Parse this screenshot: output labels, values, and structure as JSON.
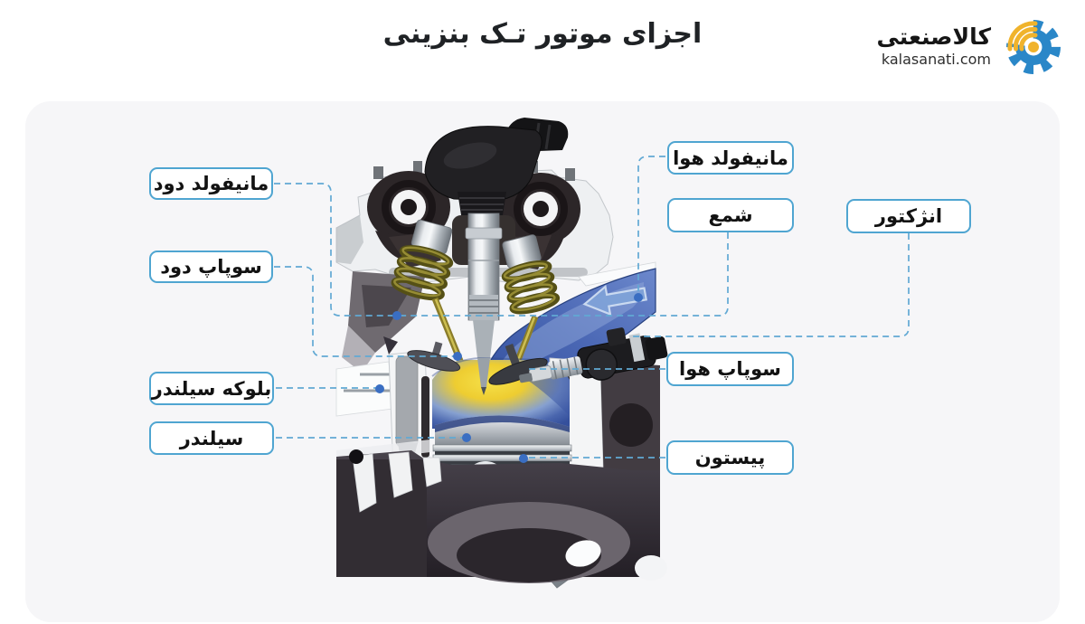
{
  "title": "اجزای موتور تـک بنزینی",
  "logo": {
    "brand_fa": "کالاصنعتی",
    "brand_url": "kalasanati.com"
  },
  "labels": {
    "exhaust_manifold": "مانیفولد دود",
    "exhaust_valve": "سوپاپ دود",
    "cylinder_block": "بلوکه سیلندر",
    "cylinder": "سیلندر",
    "intake_manifold": "مانیفولد هوا",
    "spark_plug": "شمع",
    "injector": "انژکتور",
    "intake_valve": "سوپاپ هوا",
    "piston": "پیستون"
  },
  "colors": {
    "panel_bg": "#f6f6f8",
    "label_border": "#4fa5d1",
    "leader_line": "#61a9d4",
    "leader_dot": "#3a6ec2",
    "intake_manifold_blue": "#4a67b4",
    "mixture_yellow": "#f0d535",
    "mixture_blue": "#41589e",
    "logo_gear_blue": "#2a87c8",
    "logo_yellow": "#f0b32c"
  }
}
